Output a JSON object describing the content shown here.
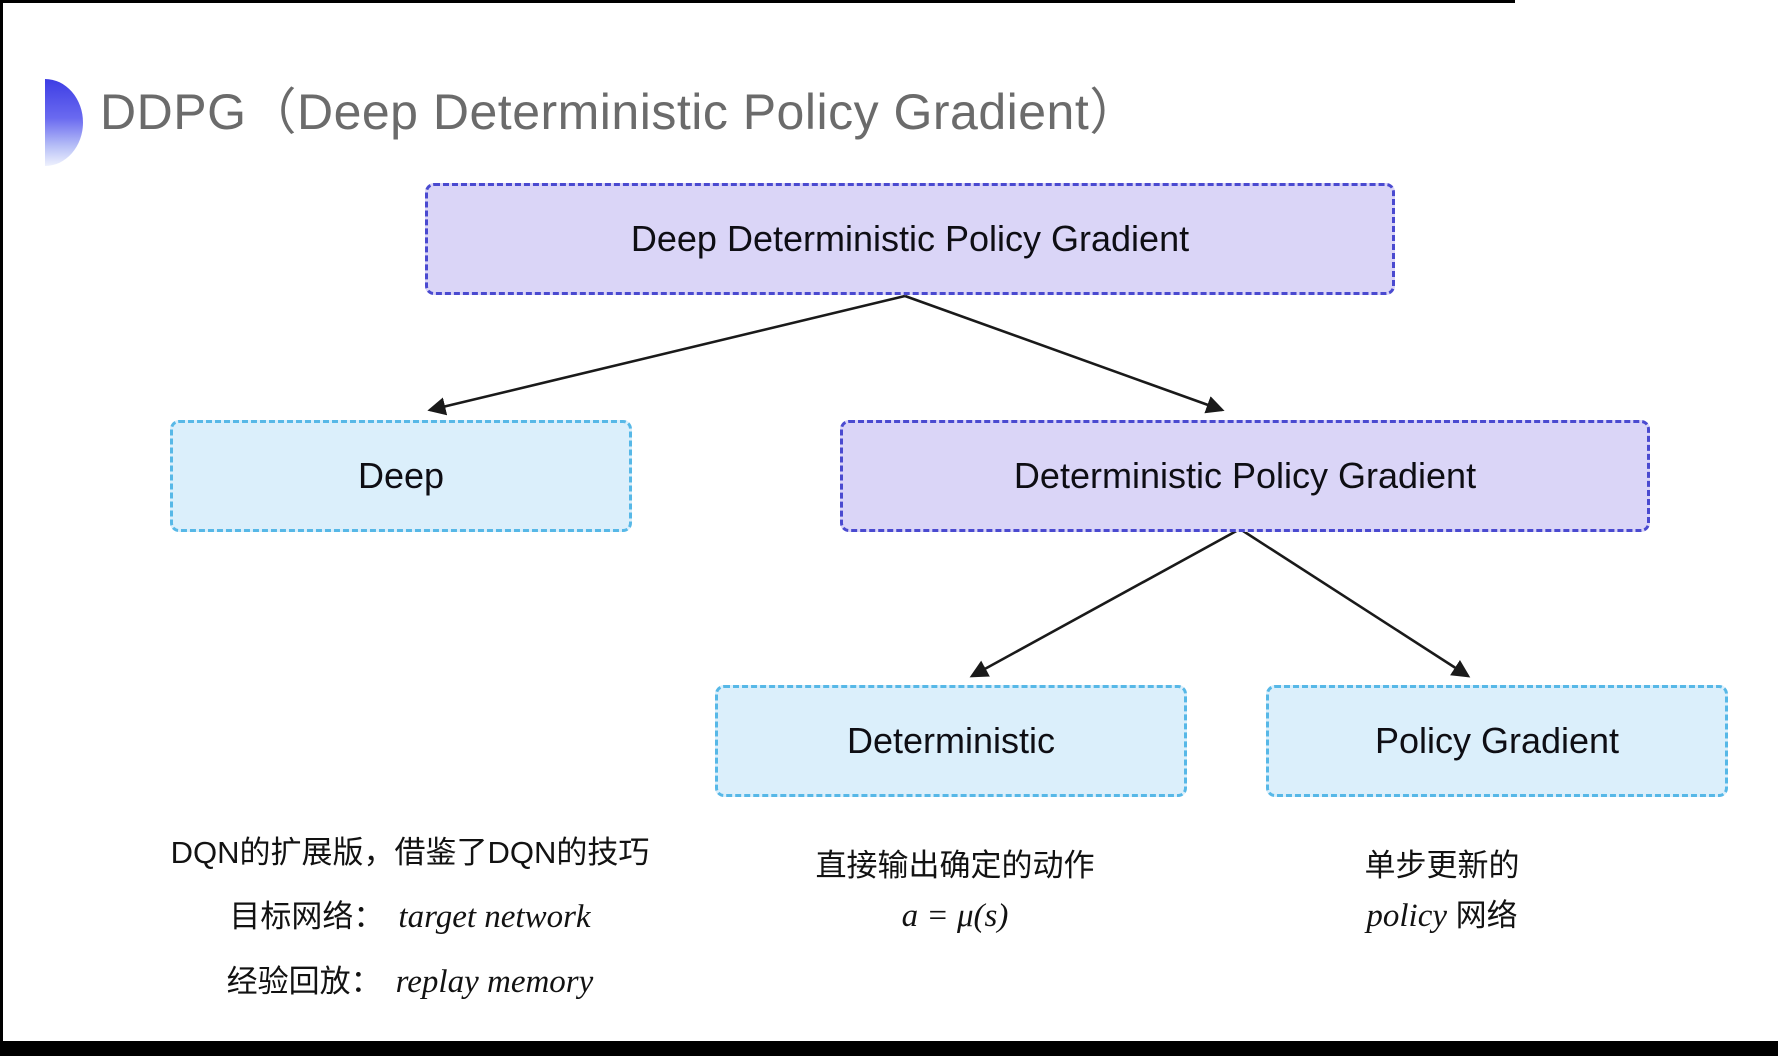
{
  "slide": {
    "title": "DDPG（Deep Deterministic Policy Gradient）"
  },
  "colors": {
    "title_text": "#6b6b6b",
    "bullet_gradient_top": "#3d3de4",
    "bullet_gradient_bottom": "#eef1fd",
    "purple_node_fill": "#dad5f7",
    "purple_node_border": "#4a4ad0",
    "cyan_node_fill": "#dbeffb",
    "cyan_node_border": "#57b8e7",
    "arrow": "#1a1a1a",
    "frame": "#000000"
  },
  "diagram": {
    "nodes": [
      {
        "id": "ddpg",
        "label": "Deep Deterministic Policy Gradient",
        "variant": "purple"
      },
      {
        "id": "deep",
        "label": "Deep",
        "variant": "cyan"
      },
      {
        "id": "dpg",
        "label": "Deterministic Policy Gradient",
        "variant": "purple"
      },
      {
        "id": "deterministic",
        "label": "Deterministic",
        "variant": "cyan"
      },
      {
        "id": "policy_gradient",
        "label": "Policy Gradient",
        "variant": "cyan"
      }
    ],
    "edges": [
      {
        "from": "ddpg",
        "to": "deep"
      },
      {
        "from": "ddpg",
        "to": "dpg"
      },
      {
        "from": "dpg",
        "to": "deterministic"
      },
      {
        "from": "dpg",
        "to": "policy_gradient"
      }
    ]
  },
  "notes": {
    "deep": {
      "line1": "DQN的扩展版，借鉴了DQN的技巧",
      "line2_label": "目标网络：",
      "line2_value": "target network",
      "line3_label": "经验回放：",
      "line3_value": "replay memory"
    },
    "deterministic": {
      "line1": "直接输出确定的动作",
      "formula": "a = μ(s)"
    },
    "policy_gradient": {
      "line1": "单步更新的",
      "line2_italic": "policy",
      "line2_rest": " 网络"
    }
  }
}
